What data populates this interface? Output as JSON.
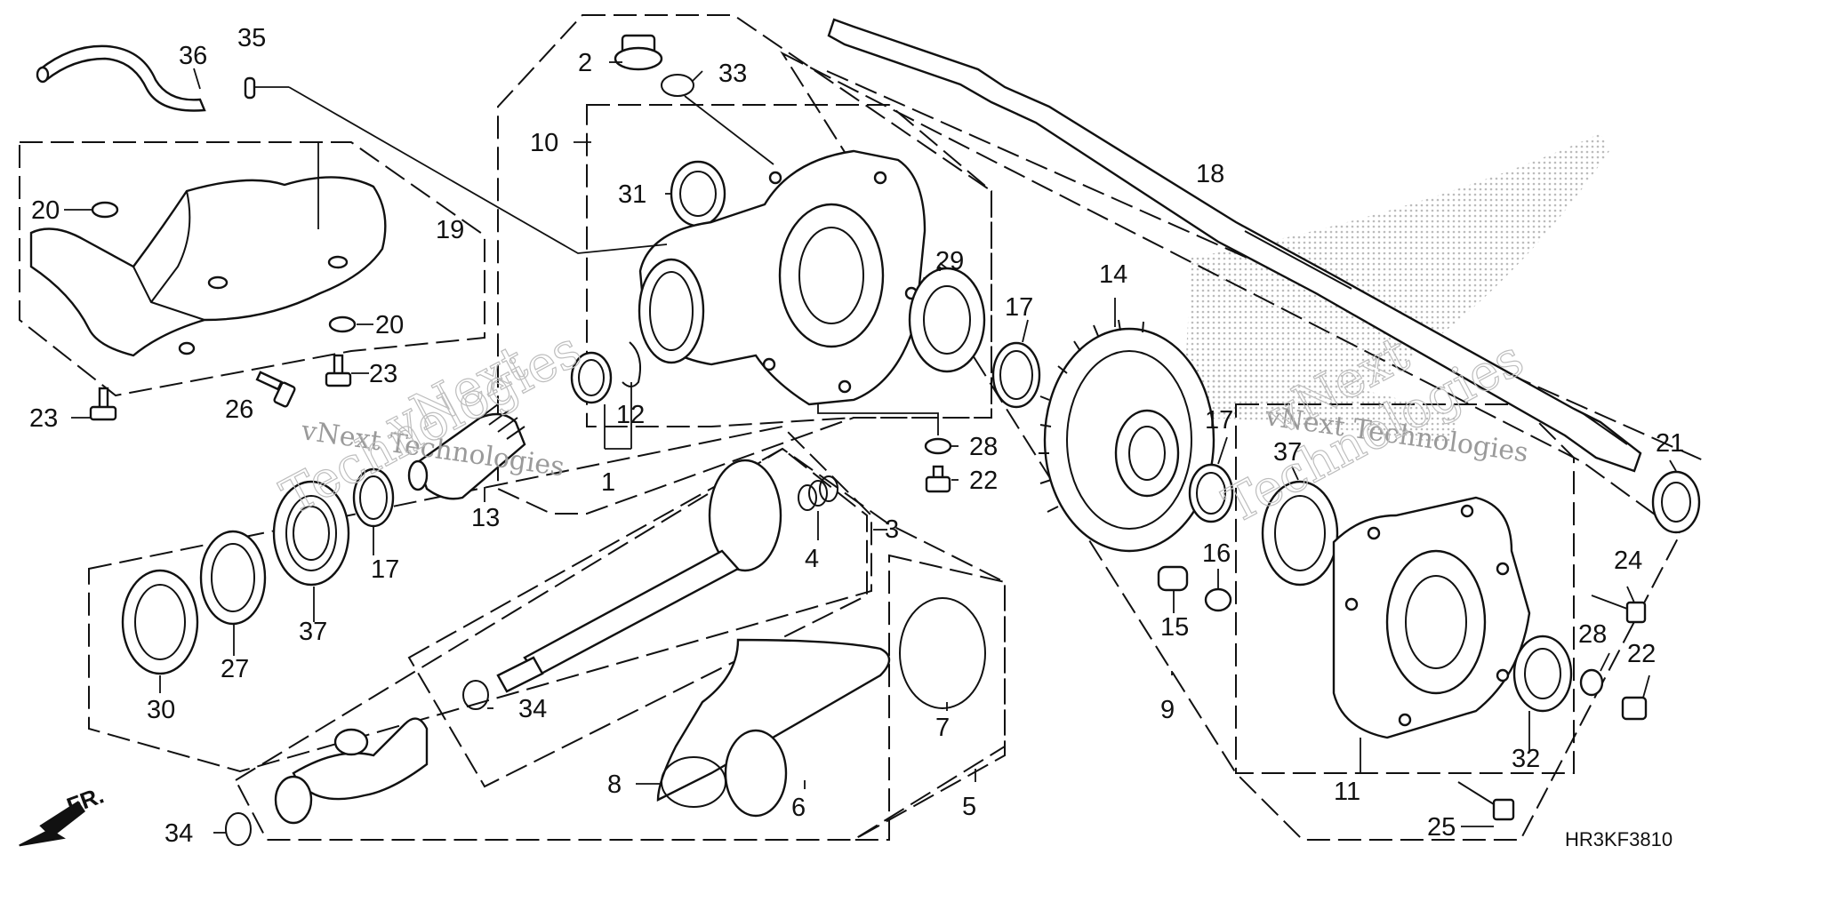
{
  "diagram": {
    "code": "HR3KF3810",
    "direction_label": "FR.",
    "watermark_primary": "vNext",
    "watermark_secondary": "Technologies",
    "watermark_full": "vNext Technologies"
  },
  "callouts": {
    "c1": "1",
    "c2": "2",
    "c3": "3",
    "c4": "4",
    "c5": "5",
    "c6": "6",
    "c7": "7",
    "c8": "8",
    "c9": "9",
    "c10": "10",
    "c11": "11",
    "c12": "12",
    "c13": "13",
    "c14": "14",
    "c15": "15",
    "c16": "16",
    "c17a": "17",
    "c17b": "17",
    "c17c": "17",
    "c18": "18",
    "c19": "19",
    "c20a": "20",
    "c20b": "20",
    "c21": "21",
    "c22a": "22",
    "c22b": "22",
    "c23a": "23",
    "c23b": "23",
    "c24": "24",
    "c25": "25",
    "c26": "26",
    "c27": "27",
    "c28a": "28",
    "c28b": "28",
    "c29": "29",
    "c30": "30",
    "c31": "31",
    "c32": "32",
    "c33": "33",
    "c34a": "34",
    "c34b": "34",
    "c35": "35",
    "c36": "36",
    "c37a": "37",
    "c37b": "37"
  }
}
